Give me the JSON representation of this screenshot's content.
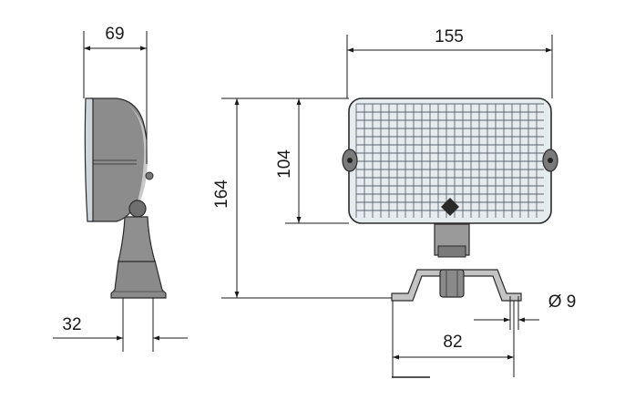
{
  "dimensions": {
    "depth": "69",
    "width": "155",
    "overall_height": "164",
    "lamp_height": "104",
    "base_width": "32",
    "hole_spacing": "82",
    "hole_diameter": "Ø 9"
  },
  "colors": {
    "body_grey": "#8c8c8c",
    "lens_face": "#e6ebee",
    "grid": "#5b6670",
    "line": "#1a1a1a"
  }
}
